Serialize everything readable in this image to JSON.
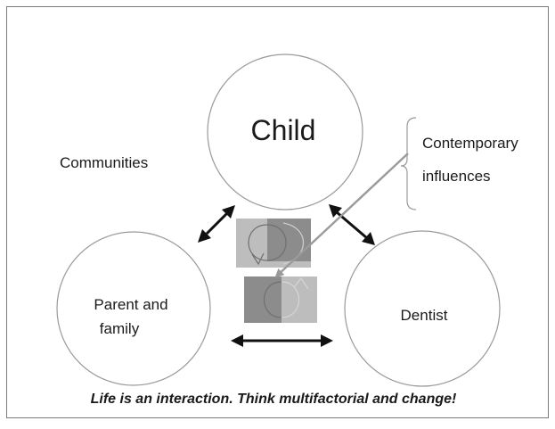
{
  "nodes": {
    "child": "Child",
    "parent": [
      "Parent and",
      "family"
    ],
    "dentist": "Dentist"
  },
  "communities_label": "Communities",
  "influences_label": [
    "Contemporary",
    "influences"
  ],
  "caption": "Life is an interaction. Think multifactorial and change!",
  "colors": {
    "frame": "#7a7a7a",
    "circle_stroke": "#9a9a9a",
    "arrow": "#111111",
    "influence_arrow": "#9a9a9a",
    "cycle_light": "#bdbdbd",
    "cycle_dark": "#8c8c8c"
  },
  "icons": [
    "double-arrow-icon",
    "cycle-icon",
    "brace-icon"
  ]
}
